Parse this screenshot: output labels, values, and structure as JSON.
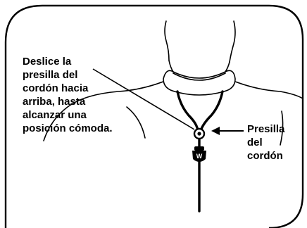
{
  "instruction_lines": [
    "Deslice la",
    "presilla del",
    "cordón hacia",
    "arriba, hasta",
    "alcanzar una",
    "posición cómoda."
  ],
  "part_label_lines": [
    "Presilla",
    "del",
    "cordón"
  ],
  "icons": {
    "clip_logo": "w-logo-icon"
  },
  "colors": {
    "ink": "#000000",
    "background": "#ffffff"
  }
}
